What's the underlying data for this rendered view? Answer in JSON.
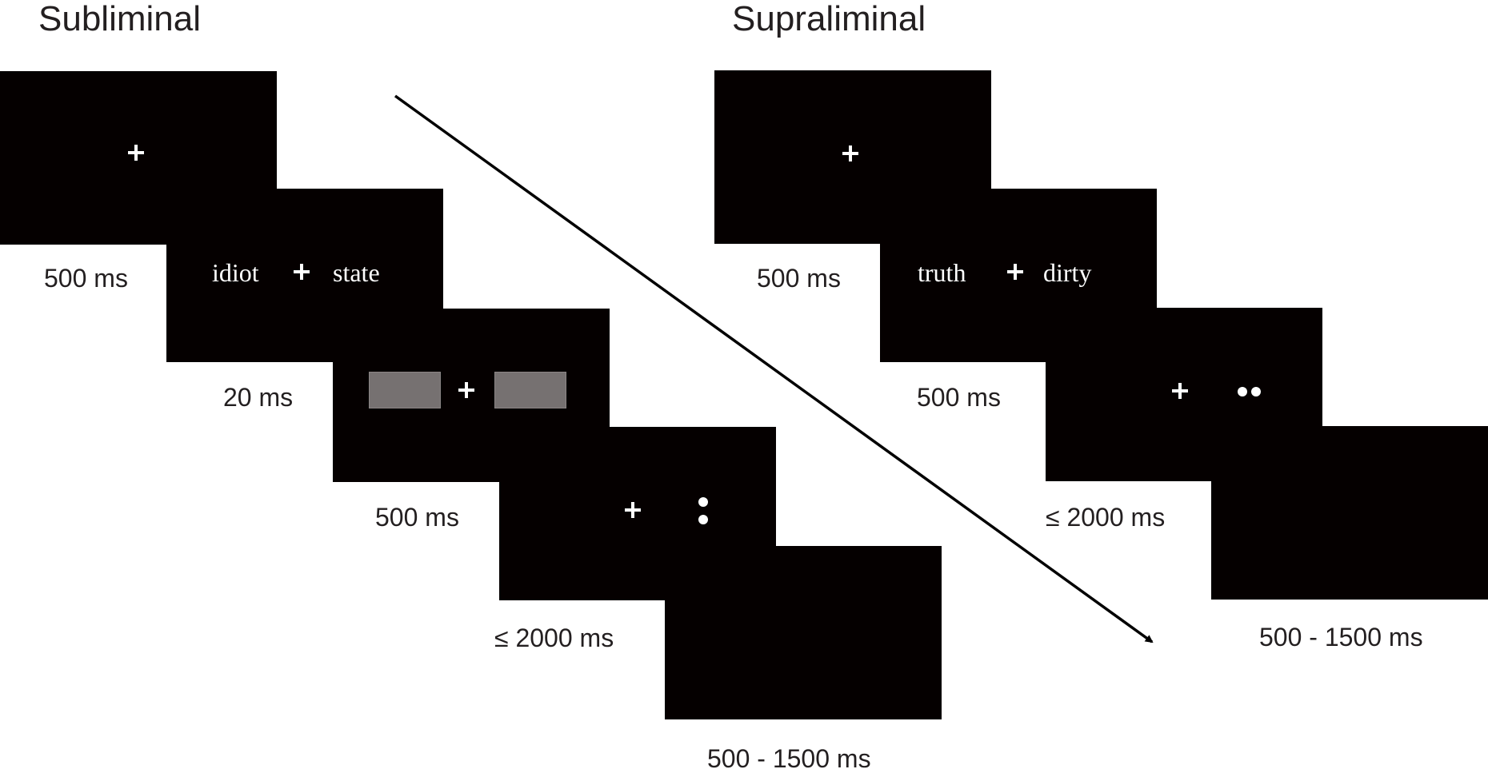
{
  "subliminal": {
    "heading": "Subliminal",
    "screens": [
      {
        "duration": "500 ms"
      },
      {
        "left_word": "idiot",
        "right_word": "state",
        "duration": "20 ms"
      },
      {
        "duration": "500 ms"
      },
      {
        "duration": "≤ 2000 ms"
      },
      {
        "duration": "500 - 1500 ms"
      }
    ]
  },
  "supraliminal": {
    "heading": "Supraliminal",
    "screens": [
      {
        "duration": "500 ms"
      },
      {
        "left_word": "truth",
        "right_word": "dirty",
        "duration": "500 ms"
      },
      {
        "duration": "≤ 2000 ms"
      },
      {
        "duration": "500 - 1500 ms"
      }
    ]
  },
  "colors": {
    "screen": "#050000",
    "mask": "#767171",
    "text": "#231f20",
    "stimulus": "#ffffff"
  }
}
